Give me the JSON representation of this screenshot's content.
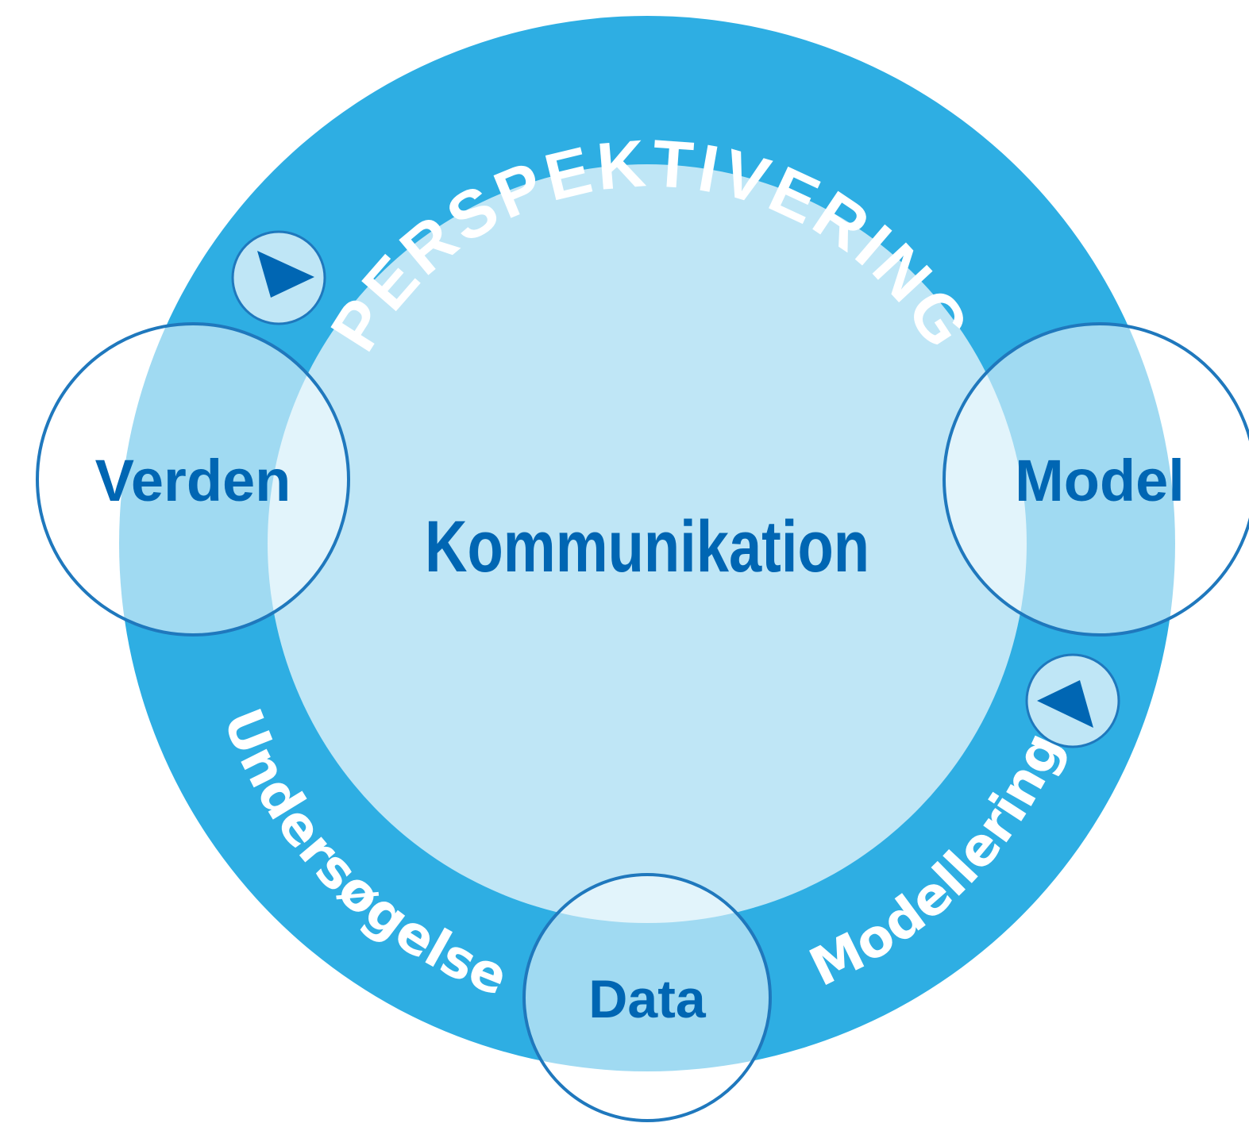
{
  "colors": {
    "ring": "#2eaee3",
    "inner": "#bfe6f6",
    "node_fill": "#ffffff",
    "node_stroke": "#1f78bd",
    "text_dark": "#0066b3",
    "text_light": "#ffffff",
    "arrow_fill": "#0066b3"
  },
  "center": {
    "label": "Kommunikation"
  },
  "cycle": {
    "top_label": "PERSPEKTIVERING",
    "left_label": "Undersøgelse",
    "right_label": "Modellering"
  },
  "nodes": {
    "verden": "Verden",
    "model": "Model",
    "data": "Data"
  },
  "arrows": {
    "top_left_icon": "play-right-icon",
    "right_icon": "play-left-icon"
  }
}
